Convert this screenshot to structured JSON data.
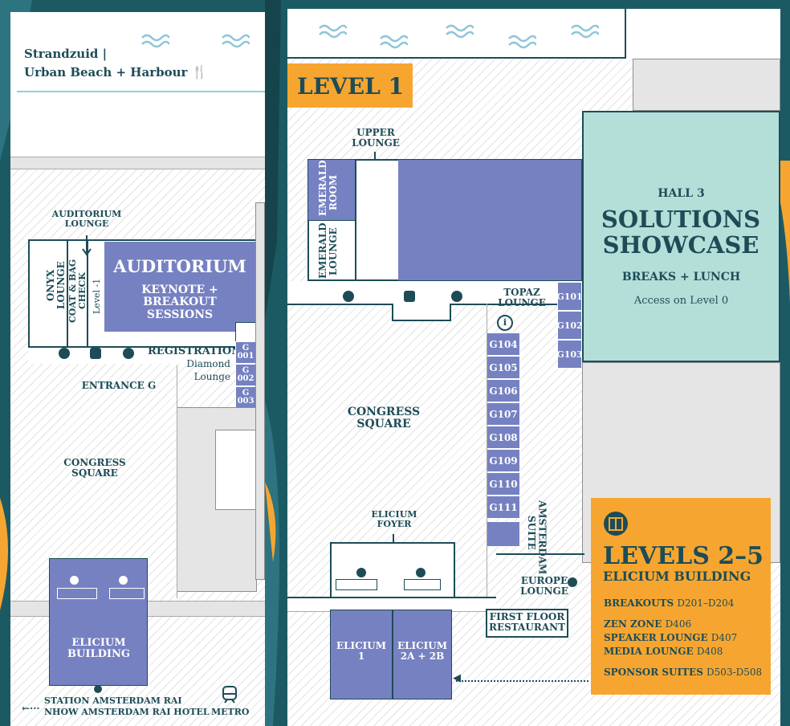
{
  "colors": {
    "room": "#7681c1",
    "teal": "#b4dfd8",
    "orange": "#f6a630",
    "text": "#1d4c57",
    "background": "#1c5a63"
  },
  "left_map": {
    "location": "Strandzuid |",
    "subtitle": "Urban Beach + Harbour",
    "auditorium_lounge": "AUDITORIUM LOUNGE",
    "onyx_lounge": "ONYX LOUNGE",
    "coat_check": "COAT & BAG CHECK",
    "coat_check_level": "Level -1",
    "auditorium": "AUDITORIUM",
    "auditorium_sub": "KEYNOTE + BREAKOUT SESSIONS",
    "registration": "REGISTRATION",
    "diamond_lounge": "Diamond Lounge",
    "g001": "G 001",
    "g002": "G 002",
    "g003": "G 003",
    "entrance": "ENTRANCE G",
    "congress_square": "CONGRESS SQUARE",
    "elicium_building": "ELICIUM BUILDING",
    "station": "STATION AMSTERDAM RAI",
    "hotel": "NHOW AMSTERDAM RAI HOTEL",
    "metro": "METRO"
  },
  "right_map": {
    "level_badge": "LEVEL 1",
    "upper_lounge": "UPPER LOUNGE",
    "emerald_room": "EMERALD ROOM",
    "emerald_lounge": "EMERALD LOUNGE",
    "hall_label": "HALL 3",
    "showcase_title": "SOLUTIONS SHOWCASE",
    "showcase_sub": "BREAKS + LUNCH",
    "showcase_note": "Access on Level 0",
    "topaz_lounge": "TOPAZ LOUNGE",
    "g_rooms_upper": [
      "G101",
      "G102",
      "G103"
    ],
    "g_rooms_lower": [
      "G104",
      "G105",
      "G106",
      "G107",
      "G108",
      "G109",
      "G110",
      "G111"
    ],
    "congress_square": "CONGRESS SQUARE",
    "elicium_foyer": "ELICIUM FOYER",
    "amsterdam_suite": "AMSTERDAM SUITE",
    "europe_lounge": "EUROPE LOUNGE",
    "first_floor_restaurant": "FIRST FLOOR RESTAURANT",
    "elicium_1": "ELICIUM 1",
    "elicium_2": "ELICIUM 2A + 2B",
    "levels_title": "LEVELS 2–5",
    "levels_sub": "ELICIUM BUILDING",
    "levels_list": [
      {
        "name": "BREAKOUTS",
        "rooms": "D201–D204"
      },
      {
        "name": "ZEN ZONE",
        "rooms": "D406"
      },
      {
        "name": "SPEAKER LOUNGE",
        "rooms": "D407"
      },
      {
        "name": "MEDIA LOUNGE",
        "rooms": "D408"
      },
      {
        "name": "SPONSOR SUITES",
        "rooms": "D503-D508"
      }
    ]
  }
}
